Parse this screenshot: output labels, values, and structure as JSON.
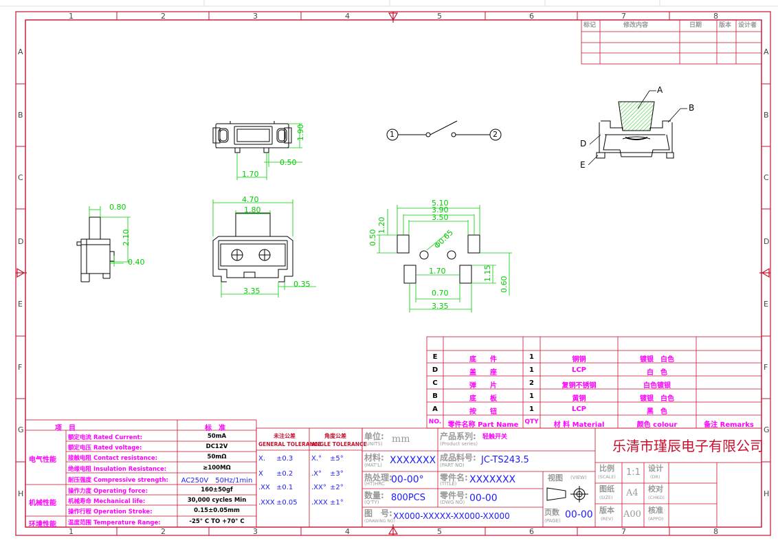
{
  "frame": {
    "col_labels": [
      "1",
      "2",
      "3",
      "4",
      "5",
      "6",
      "7",
      "8"
    ],
    "row_labels": [
      "A",
      "B",
      "C",
      "D",
      "E",
      "F",
      "G",
      "H"
    ]
  },
  "revision_table": {
    "headers": [
      "标记",
      "修改内容",
      "日期",
      "版本",
      "设计者"
    ]
  },
  "dimensions": {
    "top_view": [
      "1.90",
      "0.50",
      "1.70"
    ],
    "side_view": [
      "0.80",
      "2.10",
      "0.40"
    ],
    "front_view": [
      "4.70",
      "1.80",
      "0.35",
      "3.35"
    ],
    "footprint": [
      "5.10",
      "3.90",
      "3.50",
      "1.20",
      "0.50",
      "Φ0.65",
      "1.70",
      "1.15",
      "0.60",
      "0.70",
      "3.35"
    ]
  },
  "schematic": {
    "pin1": "1",
    "pin2": "2"
  },
  "callouts": [
    "A",
    "B",
    "D",
    "E"
  ],
  "bom": {
    "rows": [
      {
        "id": "E",
        "name": "底　　件",
        "qty": "1",
        "material": "铜铜",
        "color": "镀银　白色"
      },
      {
        "id": "D",
        "name": "盖　　座",
        "qty": "1",
        "material": "LCP",
        "color": "白　色"
      },
      {
        "id": "C",
        "name": "弹　　片",
        "qty": "2",
        "material": "复铜不锈钢",
        "color": "白色镀银"
      },
      {
        "id": "B",
        "name": "底　　板",
        "qty": "1",
        "material": "黄铜",
        "color": "镀银　白色"
      },
      {
        "id": "A",
        "name": "按　　钮",
        "qty": "1",
        "material": "LCP",
        "color": "黑　色"
      }
    ],
    "header": {
      "no": "NO.",
      "name": "零件名称 Part Name",
      "qty": "QTY",
      "material": "材 料 Material",
      "color": "颜色 colour",
      "remarks": "备注 Remarks"
    }
  },
  "spec": {
    "header_item": "项　目",
    "header_std": "标　准",
    "groups": [
      {
        "name": "电气性能",
        "rows": [
          {
            "label": "额定电流 Rated Current:",
            "value": "50mA"
          },
          {
            "label": "额定电压 Rated voltage:",
            "value": "DC12V"
          },
          {
            "label": "接触电阻 Contact resistance:",
            "value": "50mΩ"
          },
          {
            "label": "绝缘电阻 Insulation Resistance:",
            "value": "≥100MΩ"
          },
          {
            "label": "耐压强度 Compressive strength:",
            "value": "AC250V　50Hz/1min"
          }
        ]
      },
      {
        "name": "机械性能",
        "rows": [
          {
            "label": "操作力度 Operating force:",
            "value": "160±50gf"
          },
          {
            "label": "机械寿命 Mechanical life:",
            "value": "30,000 cycles Min"
          },
          {
            "label": "操作行程 Operation Stroke:",
            "value": "0.15±0.05mm"
          }
        ]
      },
      {
        "name": "环境性能",
        "rows": [
          {
            "label": "温度范围 Temperature Range:",
            "value": "-25° C TO +70° C"
          }
        ]
      }
    ]
  },
  "tolerance": {
    "general_title": "GENERAL TOLERANCE",
    "general_cn": "未注公差",
    "angle_title": "ANGLE TOLERANCE",
    "angle_cn": "角度公差",
    "rows": [
      {
        "g": "X.",
        "gv": "±0.3",
        "a": "X.°",
        "av": "±5°"
      },
      {
        "g": "X",
        "gv": "±0.2",
        "a": ".X°",
        "av": "±3°"
      },
      {
        "g": ".XX",
        "gv": "±0.1",
        "a": ".XX°",
        "av": "±2°"
      },
      {
        "g": ".XXX",
        "gv": "±0.05",
        "a": ".XXX",
        "av": "±1°"
      }
    ]
  },
  "title_block": {
    "units_label": "单位:",
    "units_sub": "(UNITS)",
    "units": "mm",
    "material_label": "材料:",
    "material_sub": "(MAT'L)",
    "material": "XXXXXXX",
    "heat_label": "热处理:",
    "heat_sub": "(HT)HRC",
    "heat": "00-00°",
    "qty_label": "数量:",
    "qty_sub": "(Q'TY)",
    "qty": "800PCS",
    "drawing_label": "图　号:",
    "drawing_sub": "(DRAWING NO)",
    "drawing": "XX000-XXXXX-XX000-XX000",
    "series_label": "产品系列:",
    "series_sub": "(Product series)",
    "series": "轻触开关",
    "part_label": "成品料号:",
    "part_sub": "(PART NO)",
    "part": "JC-TS243.5",
    "title_label": "零件名:",
    "title_sub": "(TITLE)",
    "title": "XXXXXXX",
    "dwg_label": "零件号:",
    "dwg_sub": "(DWG NO)",
    "dwg": "00-00",
    "view_label": "视图",
    "view_sub": "(VIEW)",
    "page_label": "页数",
    "page_sub": "(PAGE)",
    "page": "00-00",
    "company": "乐清市瑾辰电子有限公司",
    "scale_label": "比例",
    "scale_sub": "(SCALE)",
    "scale": "1:1",
    "size_label": "图纸",
    "size_sub": "(SIZE)",
    "size": "A4",
    "rev_label": "版本",
    "rev_sub": "(REV)",
    "rev": "A00",
    "design_label": "设计",
    "design_sub": "(DR)",
    "check_label": "校对",
    "check_sub": "(CHKD)",
    "approve_label": "核准",
    "approve_sub": "(APPD)"
  },
  "colors": {
    "frame": "#c8102e",
    "dim": "#00cc00",
    "hatch": "#33cc33",
    "bom_text": "#ff00ff",
    "tb_value": "#1a1aff"
  }
}
